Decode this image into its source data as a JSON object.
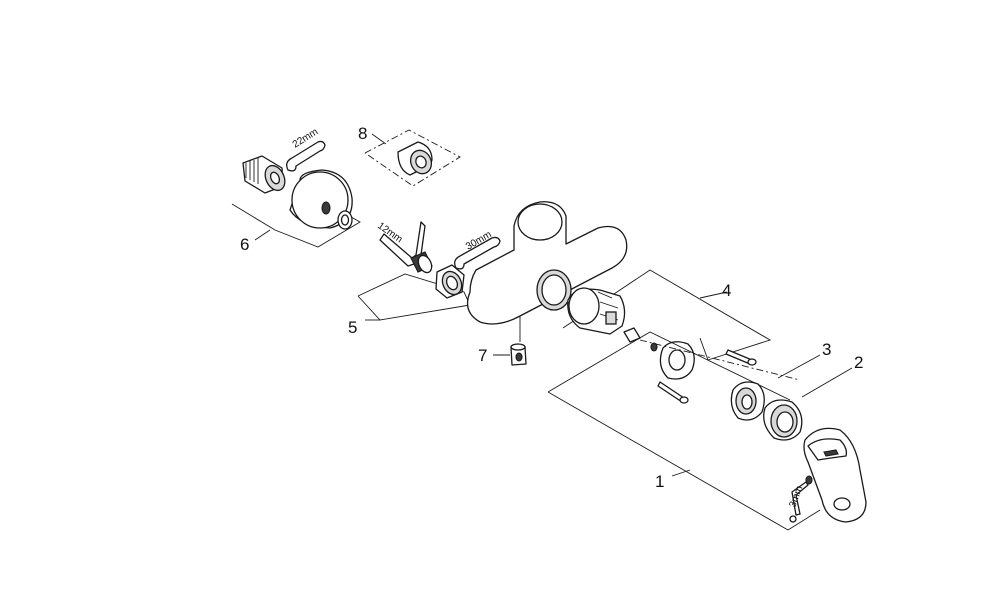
{
  "callouts": {
    "c1": "1",
    "c2": "2",
    "c3": "3",
    "c4": "4",
    "c5": "5",
    "c6": "6",
    "c7": "7",
    "c8": "8"
  },
  "tool_labels": {
    "wrench_22": "22mm",
    "allen_12": "12mm",
    "wrench_30": "30mm",
    "allen_3": "3mm"
  },
  "colors": {
    "line": "#1a1a1a",
    "shade": "#d9d9d9",
    "background": "#ffffff"
  }
}
